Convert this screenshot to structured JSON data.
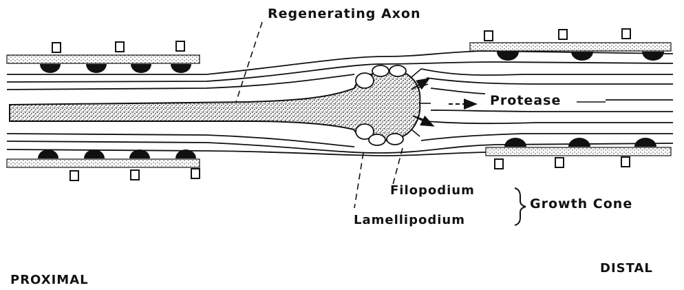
{
  "labels": {
    "regenerating_axon": "Regenerating Axon",
    "protease": "Protease",
    "filopodium": "Filopodium",
    "lamellipodium": "Lamellipodium",
    "growth_cone": "Growth Cone",
    "proximal": "PROXIMAL",
    "distal": "DISTAL"
  },
  "colors": {
    "ink": "#111111",
    "paper": "#ffffff"
  }
}
